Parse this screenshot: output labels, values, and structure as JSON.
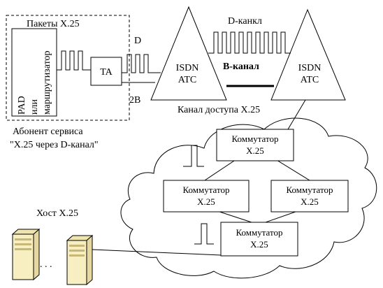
{
  "subscriber_block": {
    "packets_label": "Пакеты X.25",
    "device_line1": "PAD",
    "device_line2": "или",
    "device_line3": "маршрутизатор",
    "caption_line1": "Абонент сервиса",
    "caption_line2": "\"X.25 через D-канал\""
  },
  "ta_box": {
    "label": "TA"
  },
  "links": {
    "d_label": "D",
    "twoB_label": "2B",
    "d_channel_label": "D-канкл",
    "b_channel_label": "B-канал",
    "access_channel_label": "Канал доступа X.25"
  },
  "isdn_left": {
    "line1": "ISDN",
    "line2": "ATC"
  },
  "isdn_right": {
    "line1": "ISDN",
    "line2": "ATC"
  },
  "switches": {
    "top": {
      "line1": "Коммутатор",
      "line2": "X.25"
    },
    "middle_left": {
      "line1": "Коммутатор",
      "line2": "X.25"
    },
    "middle_right": {
      "line1": "Коммутатор",
      "line2": "X.25"
    },
    "bottom": {
      "line1": "Коммутатор",
      "line2": "X.25"
    }
  },
  "host": {
    "label": "Хост X.25",
    "ellipsis": ". . ."
  },
  "colors": {
    "server_body": "#f7efc2",
    "server_dark": "#e6d9a0",
    "line": "#000000"
  },
  "icons": [
    "server-icon",
    "cloud-icon",
    "pulse-icon"
  ]
}
